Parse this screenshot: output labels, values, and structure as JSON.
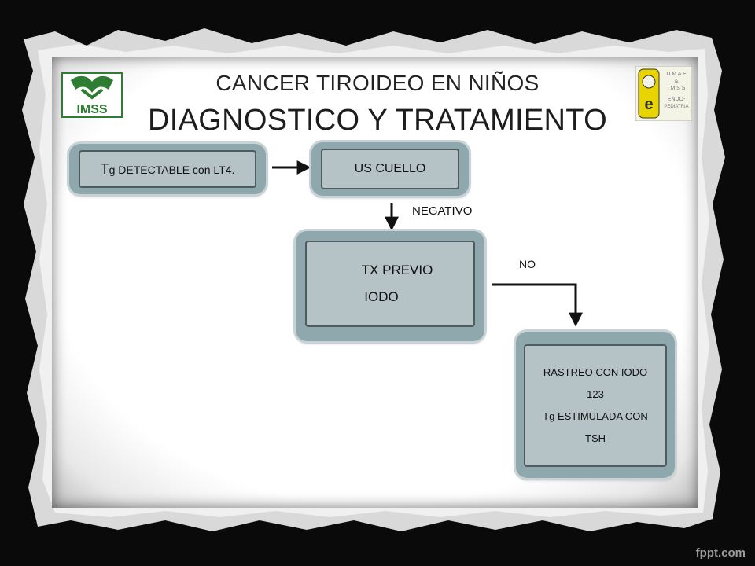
{
  "title": {
    "line1": "CANCER TIROIDEO EN NIÑOS",
    "line2": "DIAGNOSTICO Y TRATAMIENTO"
  },
  "logos": {
    "left": "IMSS",
    "right_lines": [
      "U M A E",
      "&",
      "I M S S",
      "ENDO-",
      "PEDIATRIA"
    ]
  },
  "nodes": {
    "tg": {
      "big": "T",
      "rest": "g DETECTABLE con LT4."
    },
    "us": {
      "text": "US CUELLO"
    },
    "tx": {
      "line1": "TX PREVIO",
      "line2": "IODO"
    },
    "rastreo": {
      "line1": "RASTREO CON IODO",
      "line2": "123",
      "line3": "Tg ESTIMULADA CON",
      "line4": "TSH"
    }
  },
  "edges": {
    "us_to_tx": "NEGATIVO",
    "tx_to_rastreo": "NO"
  },
  "watermark": "fppt.com",
  "colors": {
    "frame": "#0a0a0a",
    "box_outer": "#8ea8ad",
    "box_inner": "#b5c3c6",
    "arrow": "#111111"
  }
}
